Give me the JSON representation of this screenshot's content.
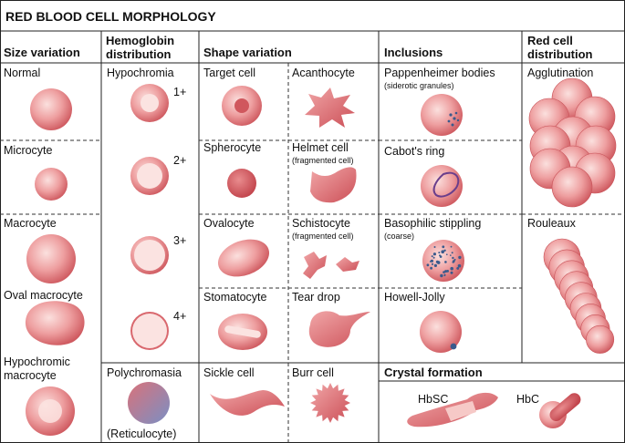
{
  "title": "RED BLOOD CELL MORPHOLOGY",
  "headers": {
    "size": "Size variation",
    "hemoglobin": "Hemoglobin distribution",
    "shape": "Shape variation",
    "inclusions": "Inclusions",
    "distribution": "Red cell distribution",
    "crystal": "Crystal formation"
  },
  "size": {
    "normal": "Normal",
    "microcyte": "Microcyte",
    "macrocyte": "Macrocyte",
    "oval_macrocyte": "Oval macrocyte",
    "hypochromic_macrocyte_1": "Hypochromic",
    "hypochromic_macrocyte_2": "macrocyte"
  },
  "hemoglobin": {
    "hypochromia": "Hypochromia",
    "grade1": "1+",
    "grade2": "2+",
    "grade3": "3+",
    "grade4": "4+",
    "polychromasia": "Polychromasia",
    "reticulocyte": "(Reticulocyte)"
  },
  "shape": {
    "target": "Target cell",
    "acanthocyte": "Acanthocyte",
    "spherocyte": "Spherocyte",
    "helmet": "Helmet cell",
    "helmet_note": "(fragmented cell)",
    "ovalocyte": "Ovalocyte",
    "schistocyte": "Schistocyte",
    "schistocyte_note": "(fragmented cell)",
    "stomatocyte": "Stomatocyte",
    "tear_drop": "Tear drop",
    "sickle": "Sickle cell",
    "burr": "Burr cell"
  },
  "inclusions": {
    "pappenheimer": "Pappenheimer bodies",
    "pappenheimer_note": "(siderotic granules)",
    "cabot": "Cabot's ring",
    "basophilic": "Basophilic stippling",
    "basophilic_note": "(coarse)",
    "howell": "Howell-Jolly"
  },
  "distribution": {
    "agglutination": "Agglutination",
    "rouleaux": "Rouleaux"
  },
  "crystal": {
    "hbsc": "HbSC",
    "hbc": "HbC"
  },
  "colors": {
    "cell_light": "#f6c9c7",
    "cell_mid": "#e6898a",
    "cell_dark": "#c9545a",
    "pale_center": "#fbe3e1",
    "inclusion_blue": "#3a5a8c",
    "polychromasia_blue": "#7a8fc4"
  }
}
